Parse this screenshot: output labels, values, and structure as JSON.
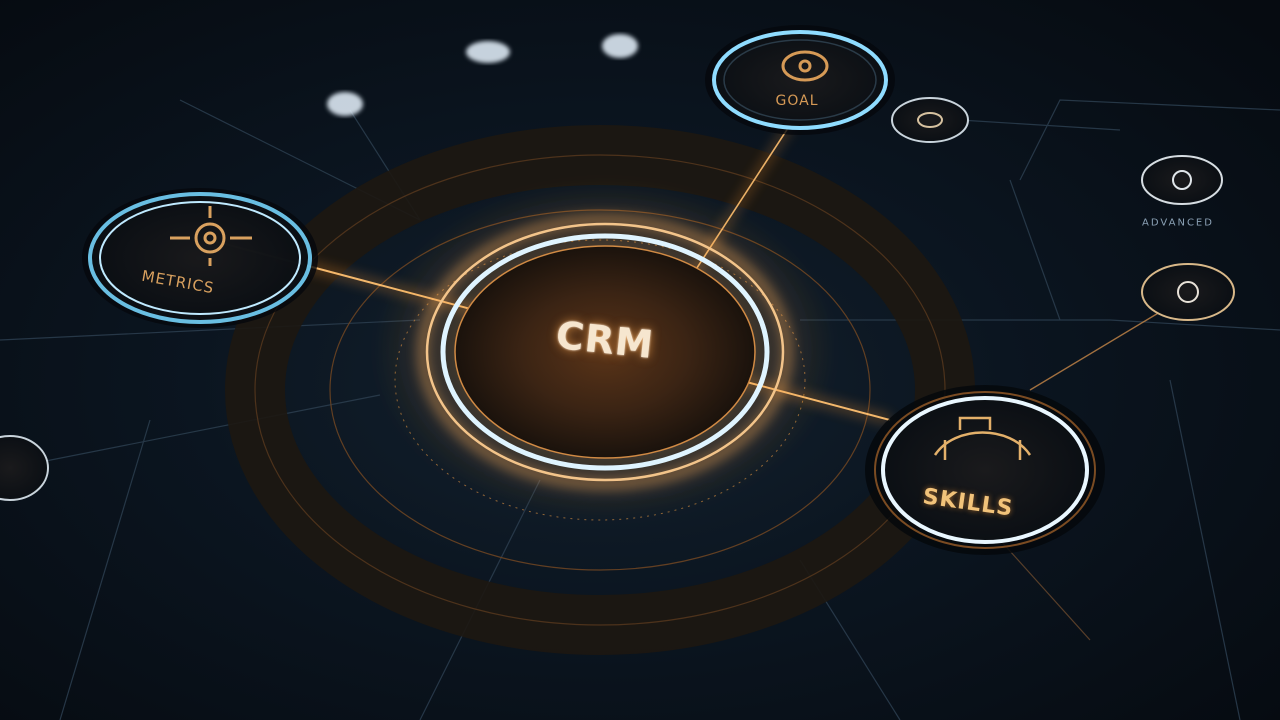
{
  "center_node": {
    "label": "CRM"
  },
  "nodes": [
    {
      "id": "metrics",
      "label": "METRICS"
    },
    {
      "id": "top",
      "label": "GOAL"
    },
    {
      "id": "skills",
      "label": "SKILLS"
    },
    {
      "id": "right-small",
      "label": "ADVANCED"
    }
  ],
  "colors": {
    "background": "#070d14",
    "glow_orange": "#ffa640",
    "ring_blue": "#9fe0ff",
    "line_amber": "#b7772f"
  }
}
